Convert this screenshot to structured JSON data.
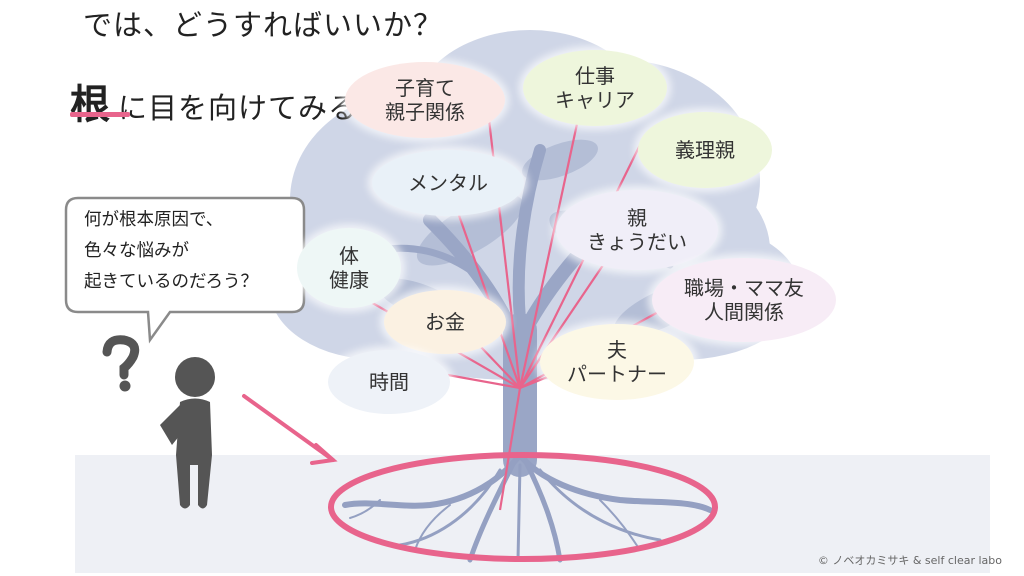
{
  "heading": {
    "question": "では、どうすればいいか？",
    "root_word": "根",
    "root_rest": "に目を向けてみる"
  },
  "speech": {
    "lines": [
      "何が根本原因で、",
      "色々な悩みが",
      "起きているのだろう？"
    ]
  },
  "person": {
    "question_mark": "?"
  },
  "bubbles": [
    {
      "id": "parenting",
      "lines": [
        "子育て",
        "親子関係"
      ],
      "color": "#fbe8e6"
    },
    {
      "id": "work",
      "lines": [
        "仕事",
        "キャリア"
      ],
      "color": "#eef6dc"
    },
    {
      "id": "in-laws",
      "lines": [
        "義理親"
      ],
      "color": "#eef6dc"
    },
    {
      "id": "mental",
      "lines": [
        "メンタル"
      ],
      "color": "#e9f1f8"
    },
    {
      "id": "siblings",
      "lines": [
        "親",
        "きょうだい"
      ],
      "color": "#f0eef8"
    },
    {
      "id": "health",
      "lines": [
        "体",
        "健康"
      ],
      "color": "#eef7f6"
    },
    {
      "id": "workplace",
      "lines": [
        "職場・ママ友",
        "人間関係"
      ],
      "color": "#f7ecf6"
    },
    {
      "id": "money",
      "lines": [
        "お金"
      ],
      "color": "#fbf1e2"
    },
    {
      "id": "partner",
      "lines": [
        "夫",
        "パートナー"
      ],
      "color": "#fcf8e6"
    },
    {
      "id": "time",
      "lines": [
        "時間"
      ],
      "color": "#eef2f8"
    }
  ],
  "colors": {
    "accent": "#e8648c",
    "tree": "#b6c0d8",
    "tree_dark": "#8f9cbf",
    "ground": "#eef0f5",
    "person": "#555555"
  },
  "credit": "© ノベオカミサキ & self clear labo"
}
